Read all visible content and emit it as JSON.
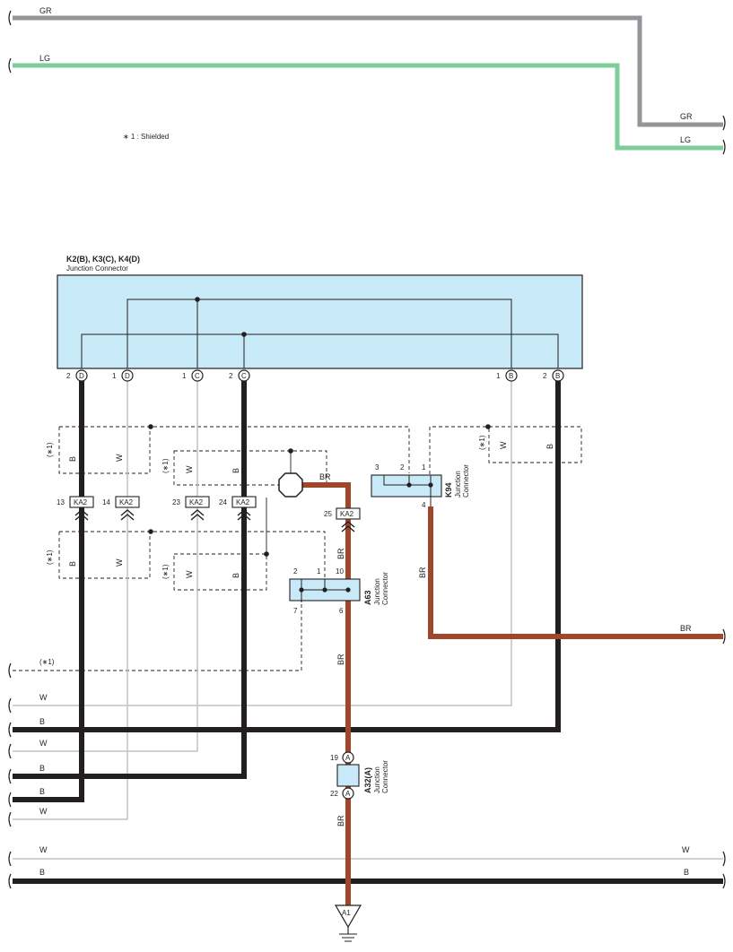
{
  "legend": {
    "note": "∗ 1 : Shielded"
  },
  "colors": {
    "GR": "#939598",
    "LG": "#7ecd9a",
    "BR": "#a0462a",
    "B": "#231f20",
    "W": "#c2c2c2",
    "connector_fill": "#c8e9f8",
    "outline": "#231f20"
  },
  "wire_labels": {
    "gr": "GR",
    "lg": "LG",
    "br": "BR",
    "b": "B",
    "w": "W"
  },
  "shield": "(∗1)",
  "connectors": {
    "k2": {
      "name": "K2(B), K3(C), K4(D)",
      "desc": "Junction Connector",
      "pins": [
        {
          "num": "2",
          "letter": "D"
        },
        {
          "num": "1",
          "letter": "D"
        },
        {
          "num": "1",
          "letter": "C"
        },
        {
          "num": "2",
          "letter": "C"
        },
        {
          "num": "1",
          "letter": "B"
        },
        {
          "num": "2",
          "letter": "B"
        }
      ]
    },
    "k94": {
      "name": "K94",
      "desc_1": "Junction",
      "desc_2": "Connector",
      "pins": {
        "p3": "3",
        "p2": "2",
        "p1": "1",
        "p4": "4"
      }
    },
    "a63": {
      "name": "A63",
      "desc_1": "Junction",
      "desc_2": "Connector",
      "pins": {
        "p2": "2",
        "p1": "1",
        "p10": "10",
        "p7": "7",
        "p6": "6"
      }
    },
    "a32": {
      "name": "A32(A)",
      "desc_1": "Junction",
      "desc_2": "Connector",
      "pins": {
        "p19": "19",
        "p22": "22",
        "letter": "A"
      }
    },
    "ka2": {
      "label": "KA2",
      "pins": [
        "13",
        "14",
        "23",
        "24",
        "25"
      ]
    },
    "ground": {
      "label": "A1"
    }
  }
}
